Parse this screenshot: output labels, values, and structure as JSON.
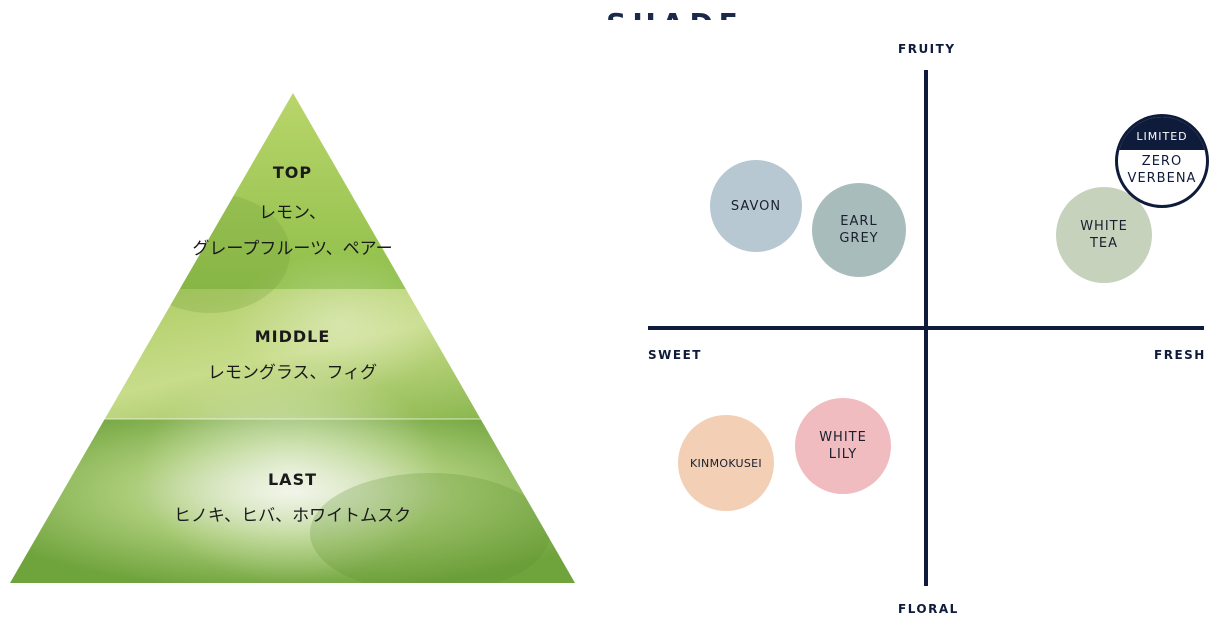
{
  "heading": "SHADE",
  "pyramid": {
    "top": {
      "heading": "TOP",
      "notes_line1": "レモン、",
      "notes_line2": "グレープフルーツ、ペアー"
    },
    "middle": {
      "heading": "MIDDLE",
      "notes": "レモングラス、フィグ"
    },
    "last": {
      "heading": "LAST",
      "notes": "ヒノキ、ヒバ、ホワイトムスク"
    }
  },
  "map": {
    "axes": {
      "top": "FRUITY",
      "bottom": "FLORAL",
      "left": "SWEET",
      "right": "FRESH"
    },
    "scents": [
      {
        "label": "SAVON",
        "color": "#b7c8d3"
      },
      {
        "label": "EARL\nGREY",
        "color": "#a9bcbc"
      },
      {
        "label": "WHITE\nTEA",
        "color": "#c7d2bd"
      },
      {
        "label": "KINMOKUSEI",
        "color": "#f2cfb5"
      },
      {
        "label": "WHITE\nLILY",
        "color": "#f1bcbf"
      }
    ],
    "limited": {
      "badge": "LIMITED",
      "label": "ZERO\nVERBENA",
      "border_color": "#0f1b3a"
    }
  }
}
